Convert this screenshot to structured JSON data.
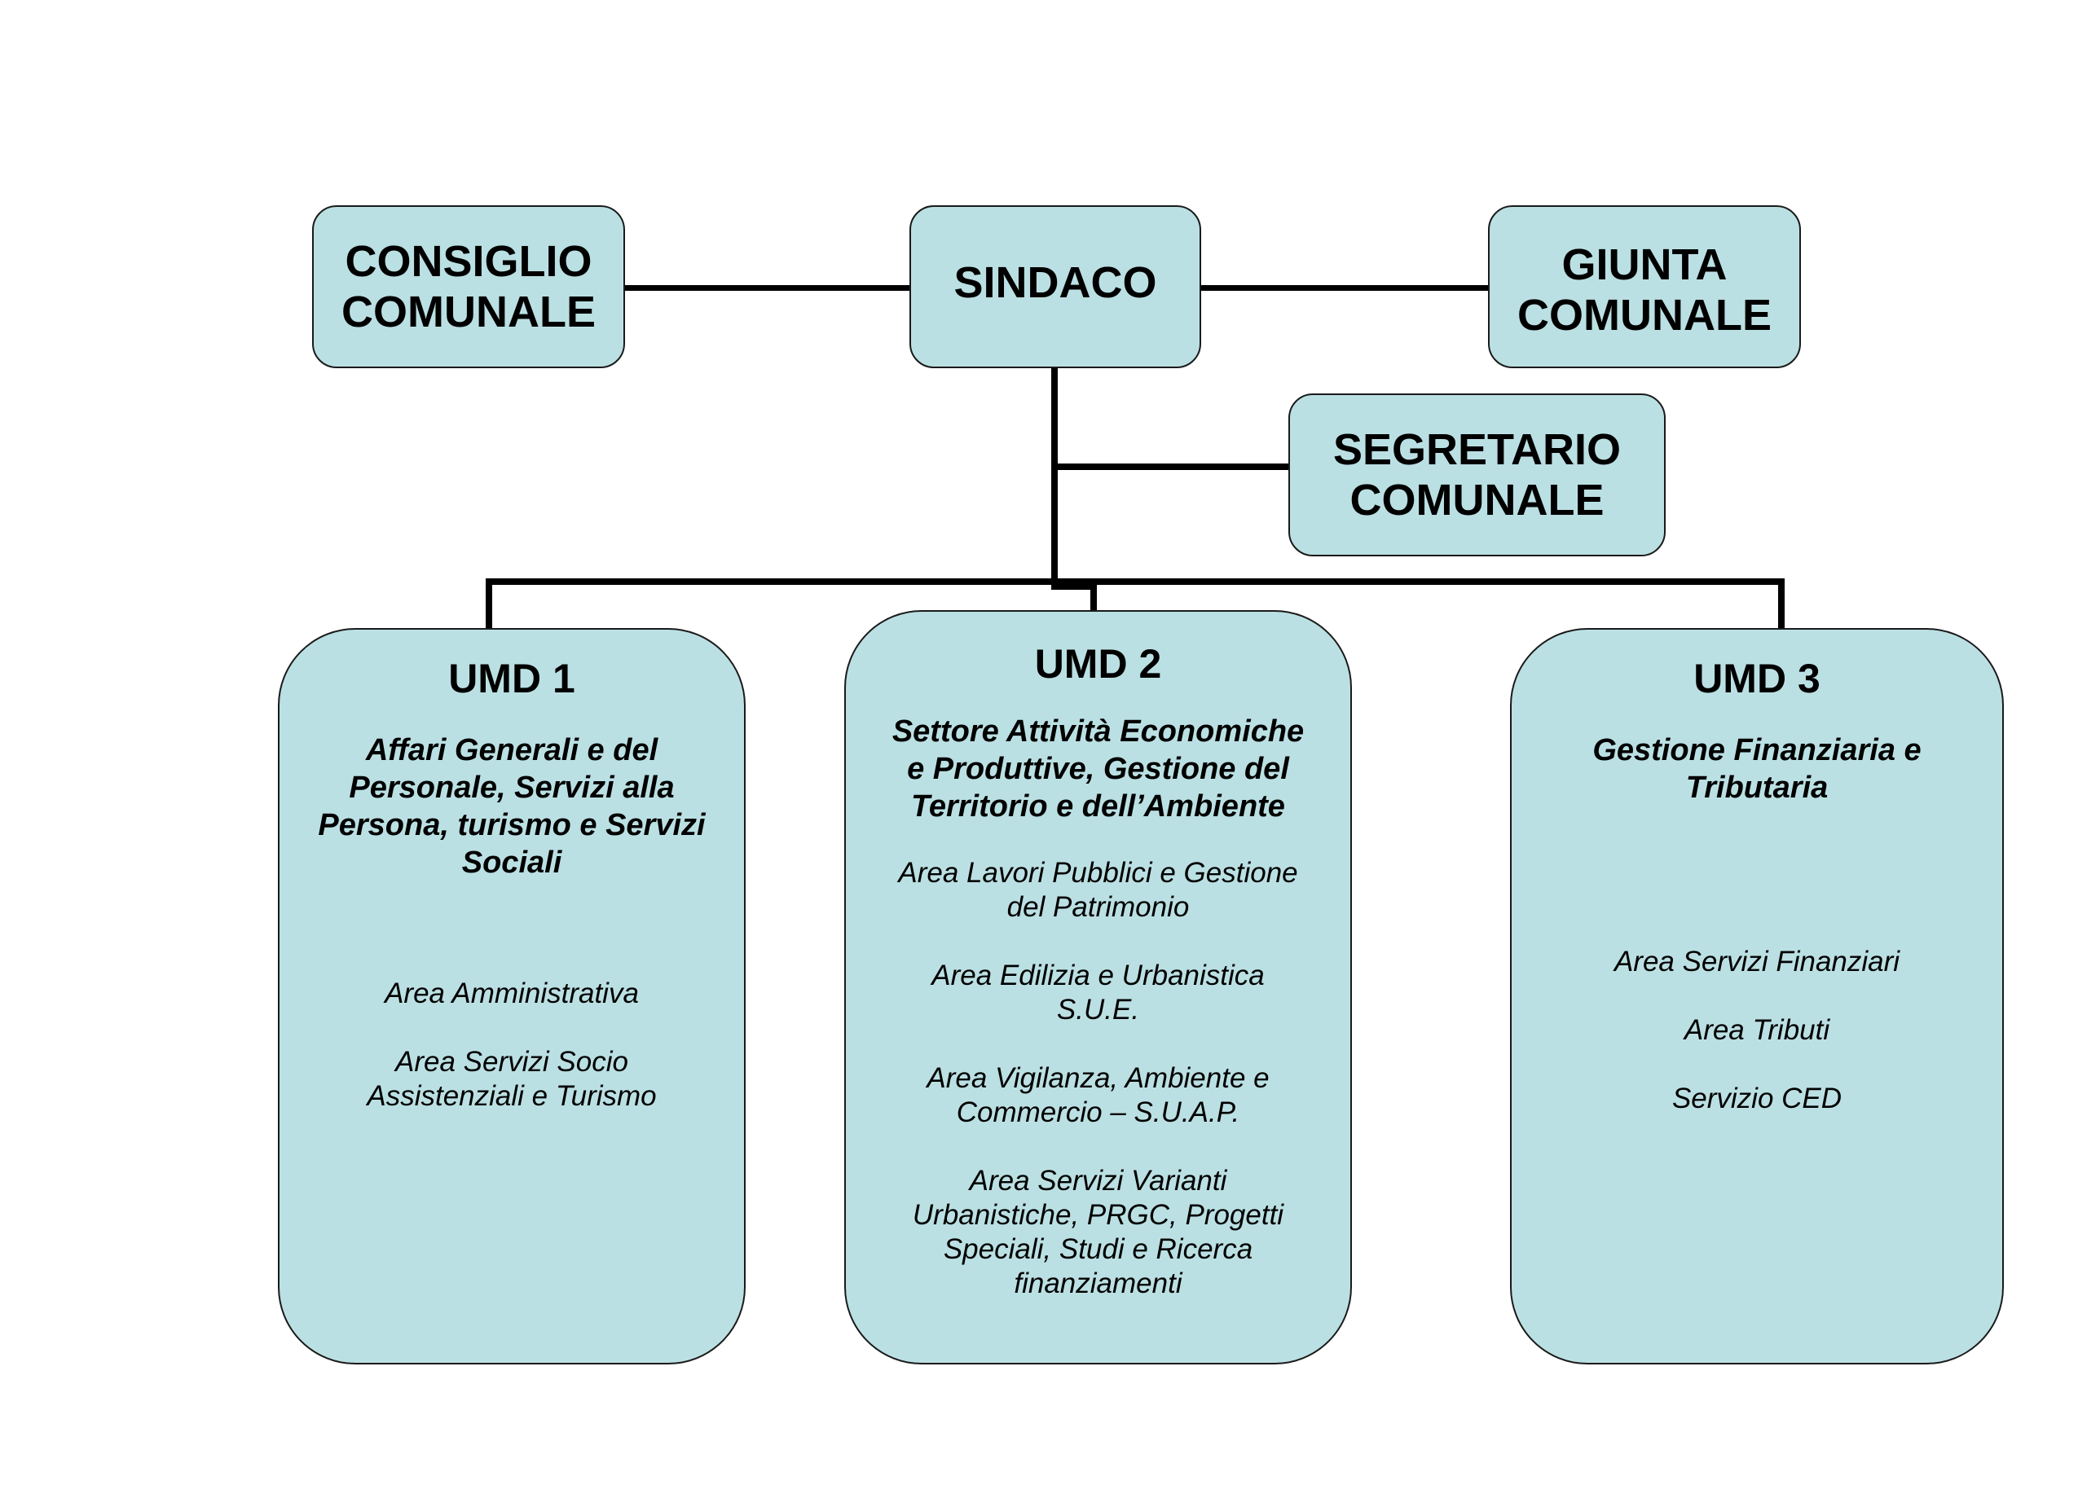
{
  "colors": {
    "box_fill": "#bbe0e3",
    "border": "#1a1a1a",
    "connector": "#000000"
  },
  "top": {
    "consiglio": {
      "line1": "CONSIGLIO",
      "line2": "COMUNALE"
    },
    "sindaco": {
      "line1": "SINDACO"
    },
    "giunta": {
      "line1": "GIUNTA",
      "line2": "COMUNALE"
    },
    "segretario": {
      "line1": "SEGRETARIO",
      "line2": "COMUNALE"
    }
  },
  "units": [
    {
      "title": "UMD 1",
      "subtitle": [
        "Affari Generali e del",
        "Personale, Servizi alla",
        "Persona, turismo e Servizi",
        "Sociali"
      ],
      "areas": [
        [
          "Area Amministrativa"
        ],
        [
          "Area Servizi Socio",
          "Assistenziali e Turismo"
        ]
      ]
    },
    {
      "title": "UMD 2",
      "subtitle": [
        "Settore Attività Economiche",
        "e Produttive, Gestione del",
        "Territorio e dell’Ambiente"
      ],
      "areas": [
        [
          "Area Lavori Pubblici  e Gestione",
          "del Patrimonio"
        ],
        [
          "Area Edilizia e Urbanistica",
          "S.U.E."
        ],
        [
          "Area Vigilanza, Ambiente e",
          "Commercio – S.U.A.P."
        ],
        [
          "Area Servizi Varianti",
          "Urbanistiche, PRGC, Progetti",
          "Speciali, Studi e Ricerca",
          "finanziamenti"
        ]
      ]
    },
    {
      "title": "UMD 3",
      "subtitle": [
        "Gestione Finanziaria e",
        "Tributaria"
      ],
      "areas": [
        [
          "Area Servizi Finanziari"
        ],
        [
          "Area Tributi"
        ],
        [
          "Servizio CED"
        ]
      ]
    }
  ]
}
